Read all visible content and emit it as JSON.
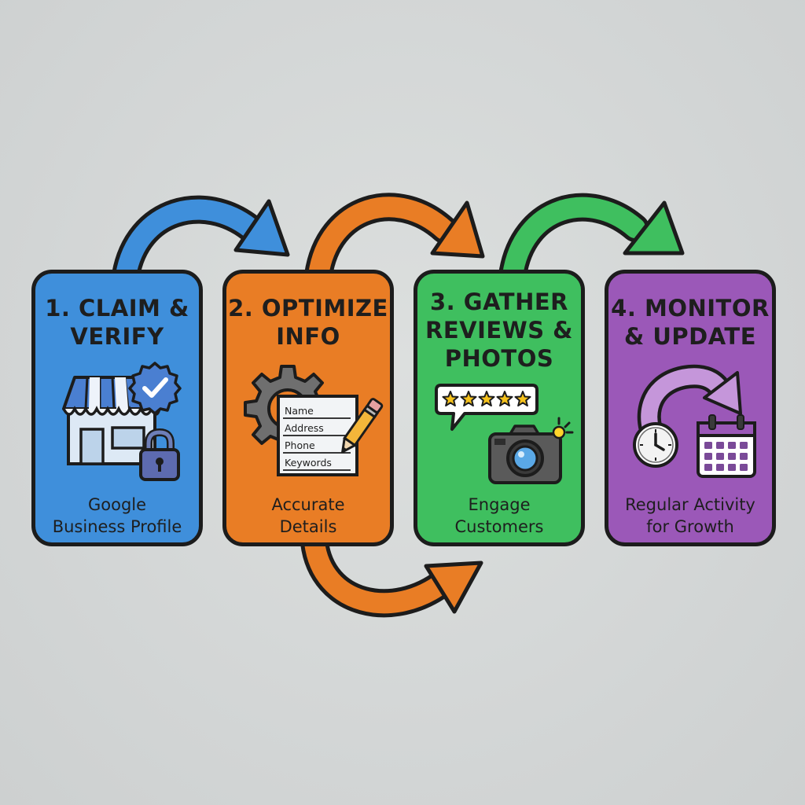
{
  "steps": [
    {
      "title_line1": "1. CLAIM &",
      "title_line2": "VERIFY",
      "caption_line1": "Google",
      "caption_line2": "Business Profile",
      "color": "#3f8fdb"
    },
    {
      "title_line1": "2. OPTIMIZE",
      "title_line2": "INFO",
      "caption_line1": "Accurate",
      "caption_line2": "Details",
      "form_fields": [
        "Name",
        "Address",
        "Phone",
        "Keywords"
      ],
      "color": "#e97d25"
    },
    {
      "title_line1": "3. GATHER",
      "title_line2": "REVIEWS &",
      "title_line3": "PHOTOS",
      "caption_line1": "Engage",
      "caption_line2": "Customers",
      "rating_stars": 5,
      "color": "#3fbf5f"
    },
    {
      "title_line1": "4. MONITOR",
      "title_line2": "& UPDATE",
      "caption_line1": "Regular Activity",
      "caption_line2": "for Growth",
      "color": "#9b58b8"
    }
  ],
  "icons": {
    "step1": [
      "storefront-icon",
      "verified-badge-icon",
      "padlock-icon"
    ],
    "step2": [
      "gear-icon",
      "form-document-icon",
      "pencil-icon"
    ],
    "step3": [
      "speech-bubble-icon",
      "star-icon",
      "camera-icon",
      "flash-icon"
    ],
    "step4": [
      "cycle-arrow-icon",
      "clock-icon",
      "calendar-icon"
    ]
  },
  "arrow_colors": {
    "blue": "#3f8fdb",
    "orange": "#e97d25",
    "green": "#3fbf5f"
  }
}
